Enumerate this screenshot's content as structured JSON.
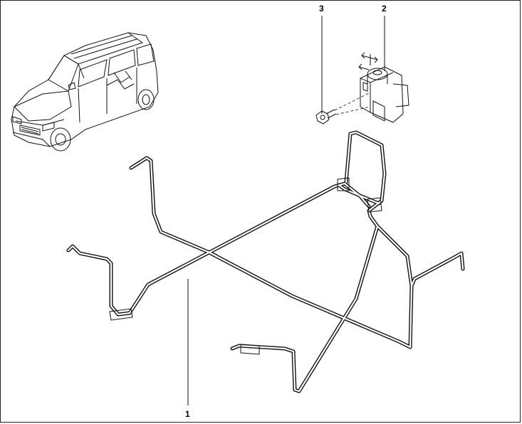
{
  "callouts": {
    "tube_assembly": "1",
    "actuator": "2",
    "screw": "3"
  },
  "colors": {
    "ink": "#111111",
    "background": "#ffffff"
  }
}
